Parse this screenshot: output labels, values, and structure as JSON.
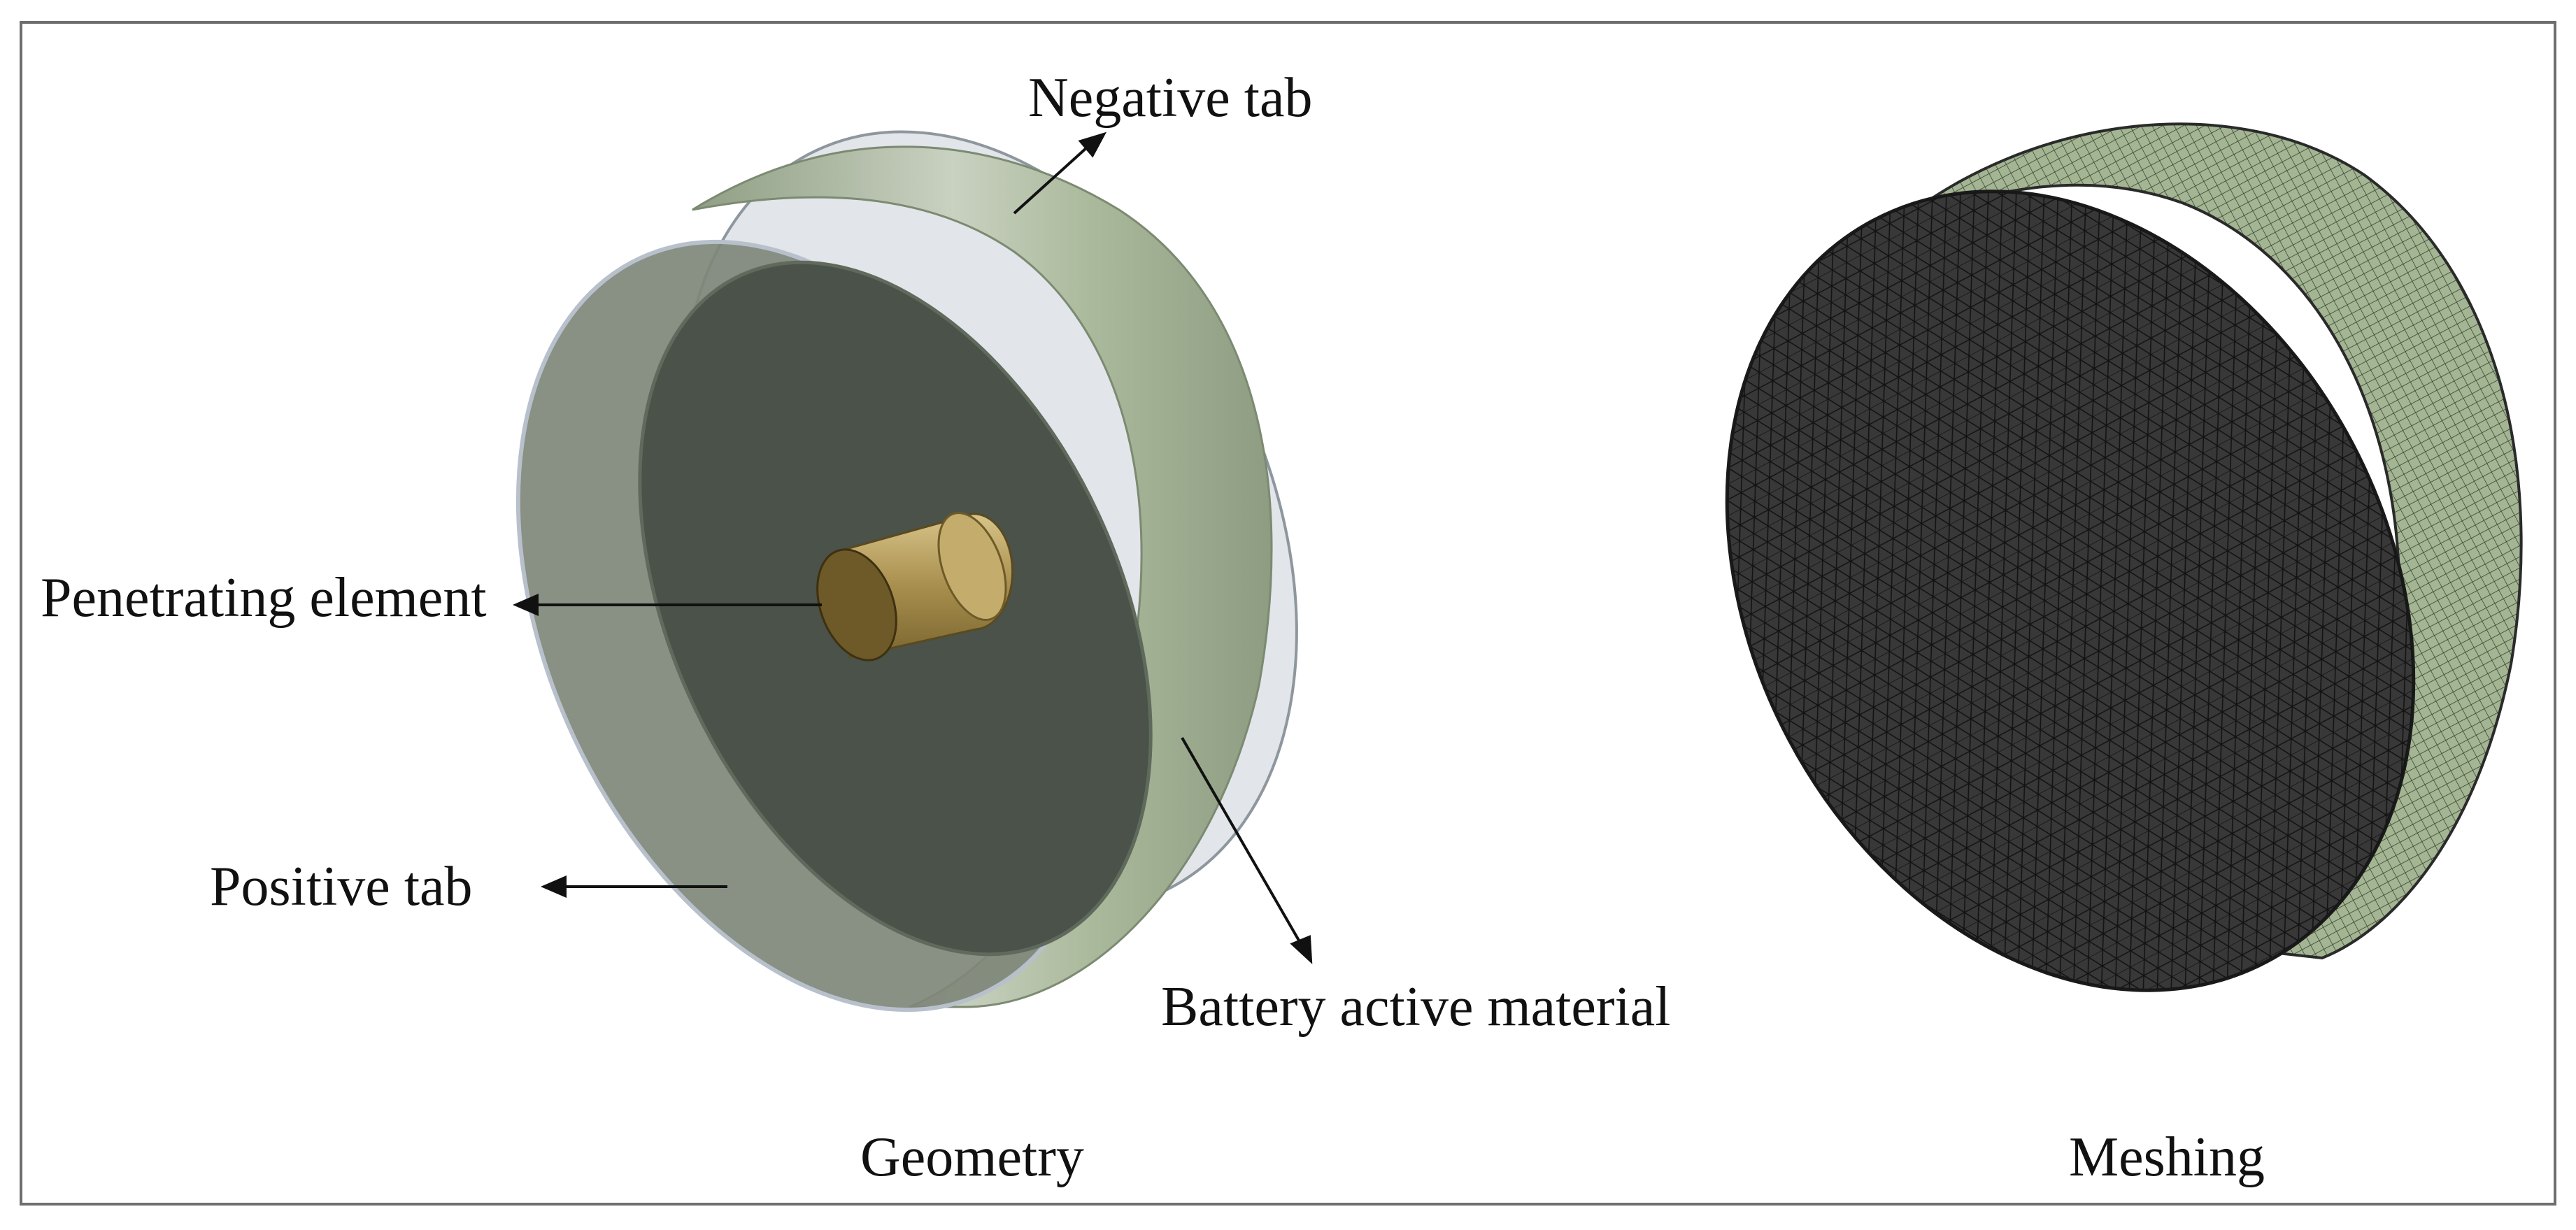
{
  "labels": {
    "negative_tab": "Negative tab",
    "penetrating_element": "Penetrating element",
    "positive_tab": "Positive tab",
    "battery_active_material": "Battery active material",
    "geometry": "Geometry",
    "meshing": "Meshing"
  },
  "colors": {
    "frame": "#6e6e6e",
    "shell_front": "#7f877a",
    "shell_side": "#a9b89a",
    "shell_highlight": "#d0d8c8",
    "inner_disk": "#4a5249",
    "tab_edge": "#b8c0cc",
    "penetrator_body": "#a98f4e",
    "penetrator_face": "#6e5a28",
    "mesh_face": "#3a3a3a",
    "mesh_side": "#95a886",
    "mesh_lines": "#111111"
  }
}
